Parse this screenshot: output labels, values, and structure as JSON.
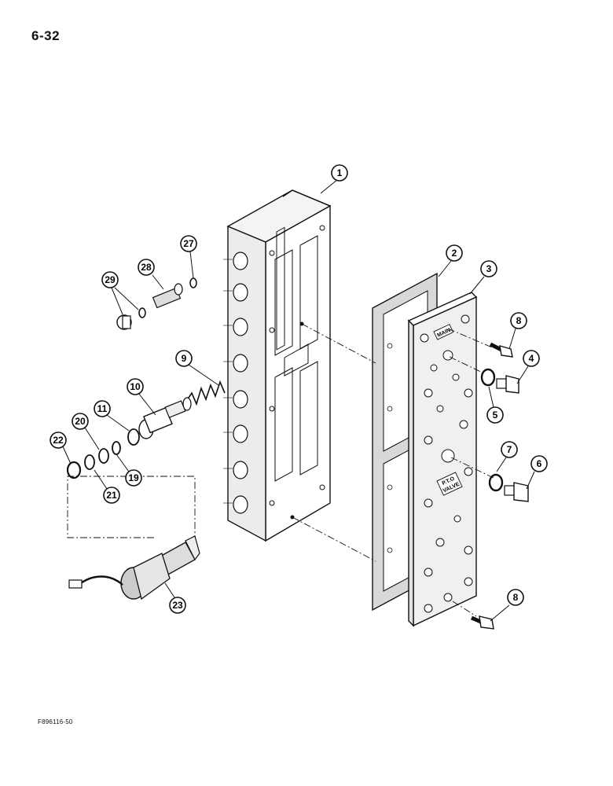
{
  "page": {
    "number": "6-32",
    "figure_code": "F896116-50"
  },
  "plate_labels": {
    "main": "MAIN",
    "pto_line1": "P.T.O",
    "pto_line2": "VALVE"
  },
  "callouts": [
    "1",
    "2",
    "3",
    "4",
    "5",
    "6",
    "7",
    "8",
    "8",
    "9",
    "10",
    "11",
    "19",
    "20",
    "21",
    "22",
    "23",
    "27",
    "28",
    "29"
  ]
}
